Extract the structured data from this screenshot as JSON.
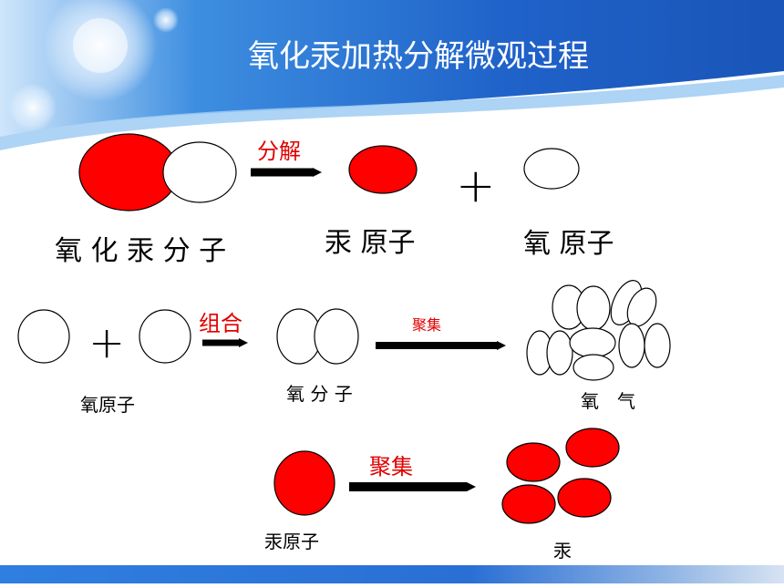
{
  "title": "氧化汞加热分解微观过程",
  "colors": {
    "atom_red": "#ff0000",
    "label_red": "#e10000",
    "banner_blue": "#1e64c8"
  },
  "row1": {
    "arrow_label": "分解",
    "plus": "+",
    "molecule_label": "氧 化 汞 分 子",
    "hg_atom_label": "汞 原子",
    "o_atom_label": "氧 原子"
  },
  "row2": {
    "o_atom_label": "氧原子",
    "plus": "+",
    "arrow1_label": "组合",
    "o2_label": "氧 分 子",
    "arrow2_label": "聚集",
    "gas_label": "氧　气"
  },
  "row3": {
    "hg_atom_label": "汞原子",
    "arrow_label": "聚集",
    "mercury_label": "汞"
  }
}
